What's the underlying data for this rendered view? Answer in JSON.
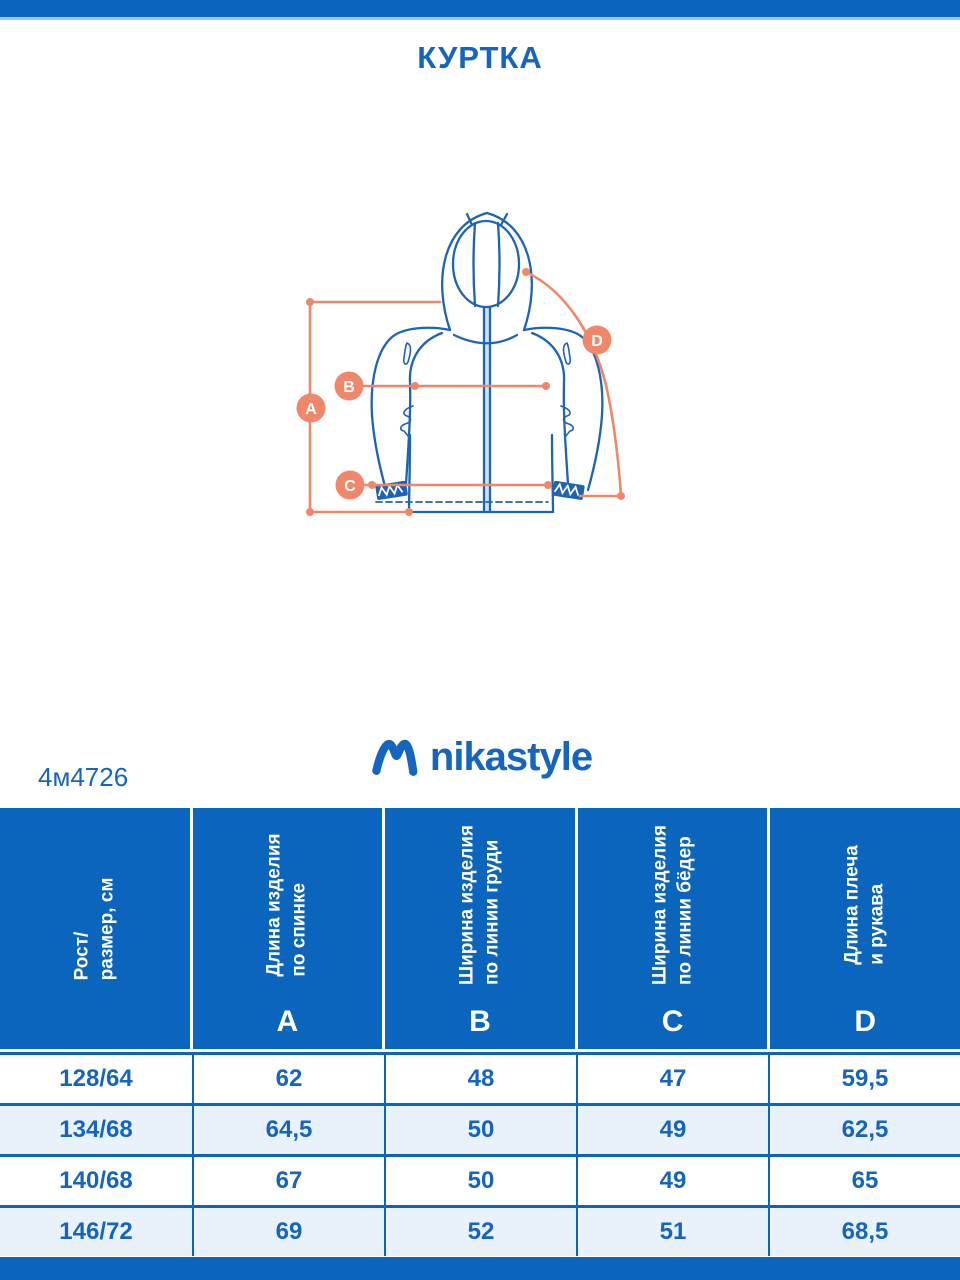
{
  "page": {
    "title": "КУРТКА",
    "article": "4м4726"
  },
  "brand": {
    "name": "nikastyle",
    "icon": "wave-m-icon"
  },
  "colors": {
    "primary_blue": "#0b65bc",
    "text_blue": "#1565c0",
    "row_alt_blue": "#e9f2fa",
    "accent_orange": "#f1876a",
    "drawing_blue": "#1d64b5"
  },
  "diagram": {
    "description": "jacket-measurement-drawing",
    "labels": [
      "A",
      "B",
      "C",
      "D"
    ]
  },
  "table": {
    "headers": [
      {
        "label": "Рост/\nразмер, см",
        "letter": ""
      },
      {
        "label": "Длина изделия\nпо спинке",
        "letter": "A"
      },
      {
        "label": "Ширина изделия\nпо линии груди",
        "letter": "B"
      },
      {
        "label": "Ширина изделия\nпо линии бёдер",
        "letter": "C"
      },
      {
        "label": "Длина плеча\nи рукава",
        "letter": "D"
      }
    ],
    "rows": [
      {
        "size": "128/64",
        "values": [
          "62",
          "48",
          "47",
          "59,5"
        ]
      },
      {
        "size": "134/68",
        "values": [
          "64,5",
          "50",
          "49",
          "62,5"
        ]
      },
      {
        "size": "140/68",
        "values": [
          "67",
          "50",
          "49",
          "65"
        ]
      },
      {
        "size": "146/72",
        "values": [
          "69",
          "52",
          "51",
          "68,5"
        ]
      }
    ]
  }
}
